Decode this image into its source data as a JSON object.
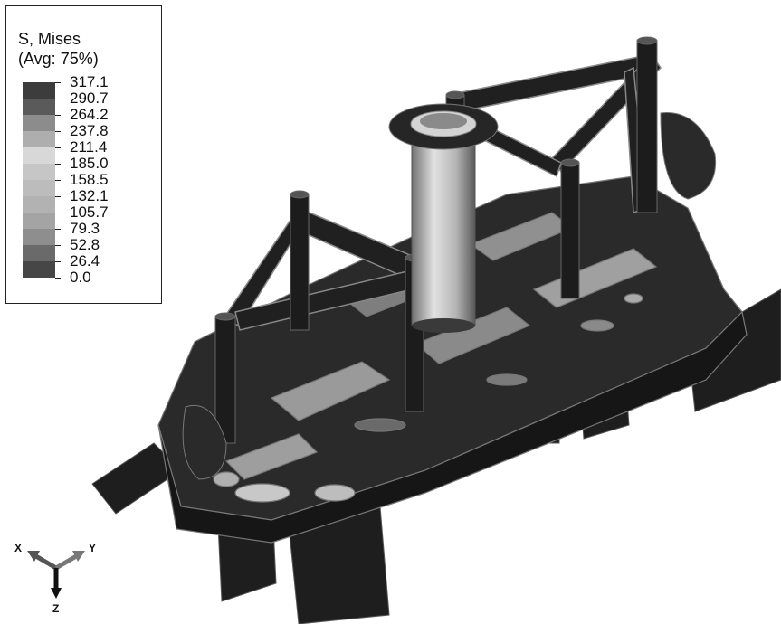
{
  "legend": {
    "title_line1": "S, Mises",
    "title_line2": "(Avg: 75%)",
    "levels": [
      {
        "label": "317.1",
        "color": "#3c3c3c"
      },
      {
        "label": "290.7",
        "color": "#5a5a5a"
      },
      {
        "label": "264.2",
        "color": "#8c8c8c"
      },
      {
        "label": "237.8",
        "color": "#aeaeae"
      },
      {
        "label": "211.4",
        "color": "#d8d8d8"
      },
      {
        "label": "185.0",
        "color": "#c6c6c6"
      },
      {
        "label": "158.5",
        "color": "#bcbcbc"
      },
      {
        "label": "132.1",
        "color": "#b2b2b2"
      },
      {
        "label": "105.7",
        "color": "#a4a4a4"
      },
      {
        "label": "79.3",
        "color": "#8e8e8e"
      },
      {
        "label": "52.8",
        "color": "#6a6a6a"
      },
      {
        "label": "26.4",
        "color": "#464646"
      },
      {
        "label": "0.0",
        "color": "#262626"
      }
    ]
  },
  "triad": {
    "x_label": "X",
    "y_label": "Y",
    "z_label": "Z"
  }
}
